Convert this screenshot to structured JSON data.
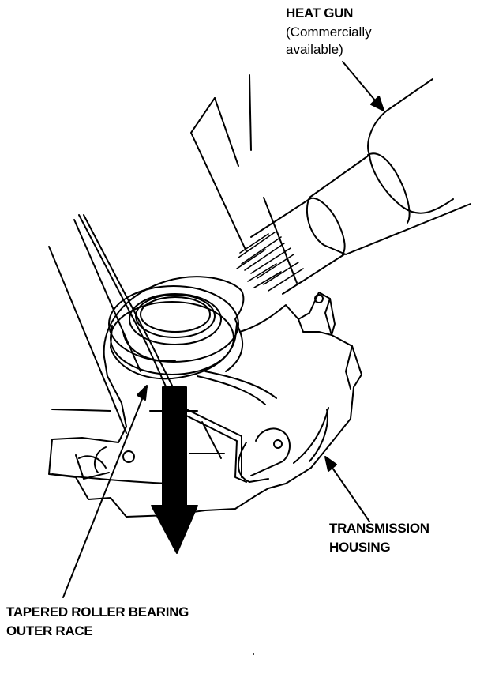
{
  "labels": {
    "heat_gun": {
      "title": "HEAT GUN",
      "note_line1": "(Commercially",
      "note_line2": "available)"
    },
    "transmission_housing": {
      "line1": "TRANSMISSION",
      "line2": "HOUSING"
    },
    "bearing_race": {
      "line1": "TAPERED ROLLER BEARING",
      "line2": "OUTER RACE"
    }
  },
  "colors": {
    "ink": "#000000",
    "paper": "#ffffff"
  }
}
